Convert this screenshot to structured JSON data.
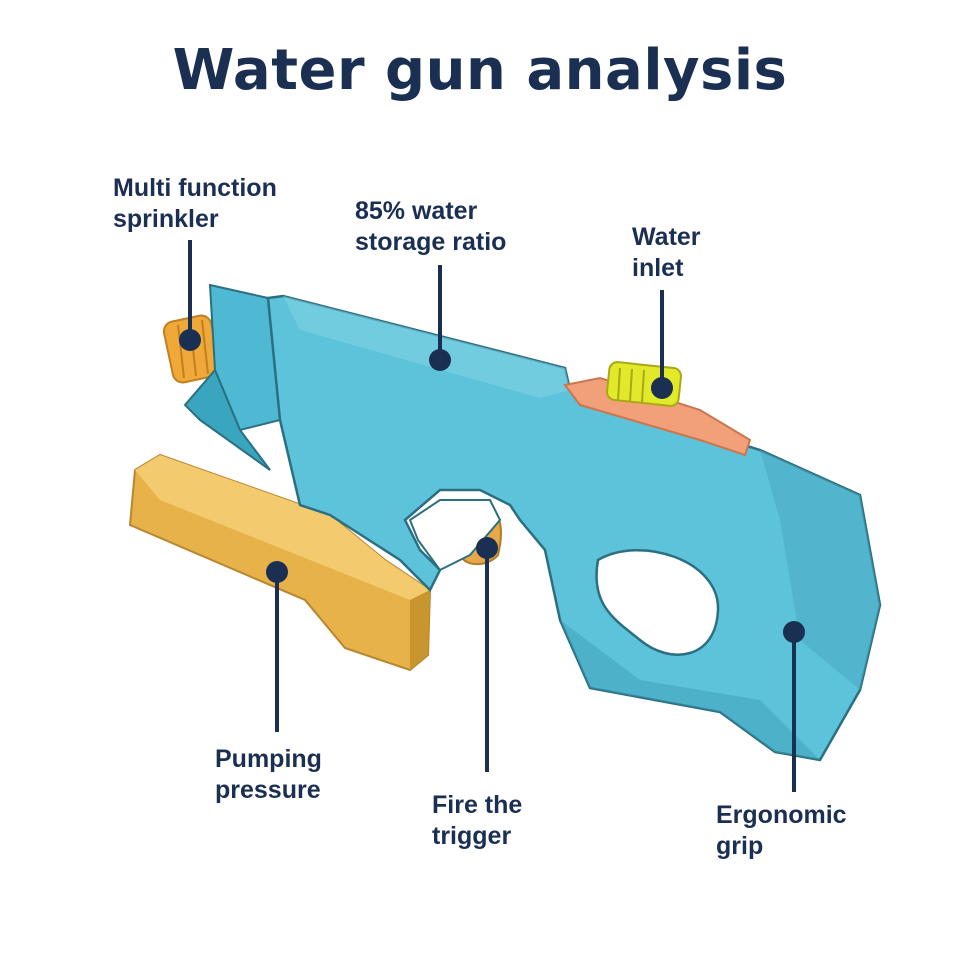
{
  "title": "Water gun analysis",
  "colors": {
    "text": "#1b2f52",
    "leader_line": "#1b2f52",
    "body": "#5cc3da",
    "body_dark": "#3aa5bf",
    "body_outline": "#2b6f80",
    "pump_handle": "#e7b24a",
    "nozzle": "#f0a938",
    "cap": "#e2e82a",
    "plate": "#f2a07a"
  },
  "callouts": [
    {
      "id": "sprinkler",
      "lines": [
        "Multi function",
        "sprinkler"
      ]
    },
    {
      "id": "storage",
      "lines": [
        "85% water",
        "storage ratio"
      ]
    },
    {
      "id": "inlet",
      "lines": [
        "Water",
        "inlet"
      ]
    },
    {
      "id": "pump",
      "lines": [
        "Pumping",
        "pressure"
      ]
    },
    {
      "id": "trigger",
      "lines": [
        "Fire the",
        "trigger"
      ]
    },
    {
      "id": "grip",
      "lines": [
        "Ergonomic",
        "grip"
      ]
    }
  ]
}
